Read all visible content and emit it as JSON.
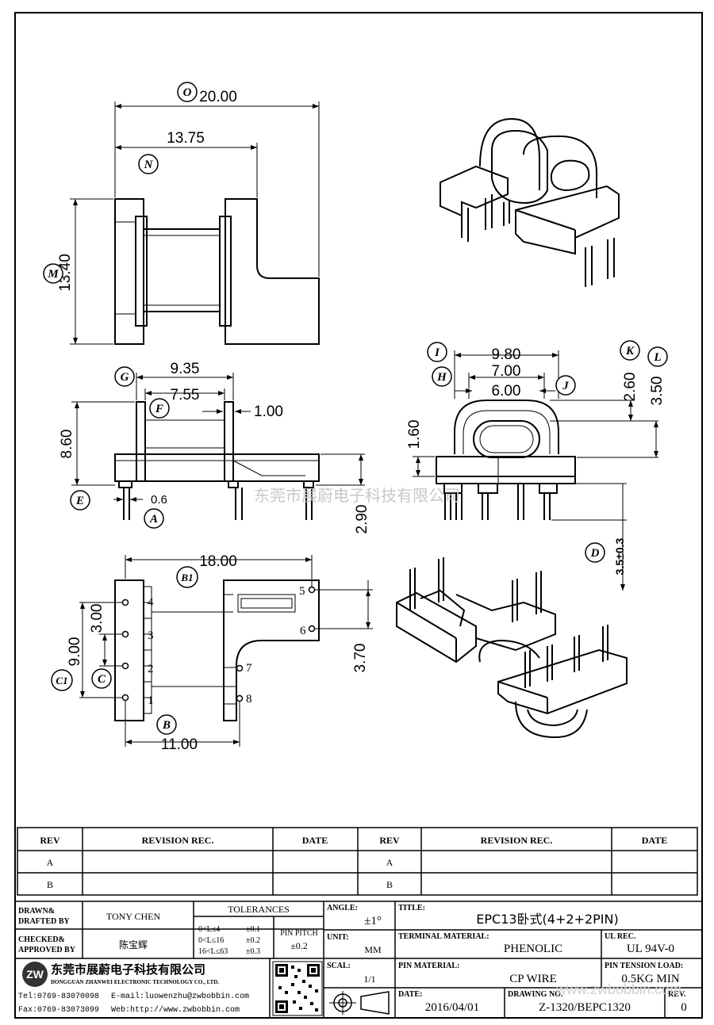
{
  "watermark": "东莞市展蔚电子科技有限公司",
  "watermark_url": "www.zwbobbin.com",
  "dimensions": {
    "d20": "20.00",
    "d1375": "13.75",
    "d1340": "13.40",
    "d935": "9.35",
    "d755": "7.55",
    "d100": "1.00",
    "d860": "8.60",
    "d06": "0.6",
    "d290": "2.90",
    "d980": "9.80",
    "d700": "7.00",
    "d600": "6.00",
    "d260": "2.60",
    "d350": "3.50",
    "d160": "1.60",
    "d35": "3.5±0.3",
    "d1800": "18.00",
    "d300": "3.00",
    "d900": "9.00",
    "d370": "3.70",
    "d1100": "11.00"
  },
  "callouts": {
    "O": "O",
    "N": "N",
    "M": "M",
    "G": "G",
    "F": "F",
    "E": "E",
    "A": "A",
    "I": "I",
    "H": "H",
    "J": "J",
    "K": "K",
    "L": "L",
    "D": "D",
    "B1": "B1",
    "C1": "C1",
    "C": "C",
    "B": "B"
  },
  "pins": [
    "1",
    "2",
    "3",
    "4",
    "5",
    "6",
    "7",
    "8"
  ],
  "revision_table": {
    "headers": [
      "REV",
      "REVISION REC.",
      "DATE",
      "REV",
      "REVISION REC.",
      "DATE"
    ],
    "rows": [
      [
        "A",
        "",
        "",
        "A",
        "",
        ""
      ],
      [
        "B",
        "",
        "",
        "B",
        "",
        ""
      ]
    ]
  },
  "title_block": {
    "drawn_label_1": "DRAWN&",
    "drawn_label_2": "DRAFTED BY",
    "drawn_by": "TONY CHEN",
    "checked_label_1": "CHECKED&",
    "checked_label_2": "APPROVED BY",
    "approved_by": "陈宝辉",
    "tolerances_label": "TOLERANCES",
    "tol_rows": [
      {
        "range": "0<L≤4",
        "tol": "±0.1"
      },
      {
        "range": "0<L≤16",
        "tol": "±0.2"
      },
      {
        "range": "16<L≤63",
        "tol": "±0.3"
      }
    ],
    "pin_pitch_label": "PIN PITCH",
    "pin_pitch_value": "±0.2",
    "angle_label": "ANGLE:",
    "angle_value": "±1°",
    "unit_label": "UNIT:",
    "unit_value": "MM",
    "scale_label": "SCAL:",
    "scale_value": "1/1",
    "title_label": "TITLE:",
    "title_value": "EPC13卧式(4+2+2PIN)",
    "terminal_label": "TERMINAL MATERIAL:",
    "terminal_value": "PHENOLIC",
    "ul_label": "UL REC.",
    "ul_value": "UL 94V-0",
    "pin_material_label": "PIN MATERIAL:",
    "pin_material_value": "CP WIRE",
    "tension_label": "PIN TENSION LOAD:",
    "tension_value": "0.5KG MIN",
    "date_label": "DATE:",
    "date_value": "2016/04/01",
    "drawing_label": "DRAWING NO.",
    "drawing_value": "Z-1320/BEPC1320",
    "rev_label": "REV.",
    "rev_value": "0",
    "company_cn": "东莞市展蔚电子科技有限公司",
    "company_en": "DONGGUAN ZHANWEI ELECTRONIC TECHNOLOGY CO., LTD.",
    "tel": "Tel:0769-83070098",
    "email": "E-mail:luowenzhu@zwbobbin.com",
    "fax": "Fax:0769-83073099",
    "web": "Web:http://www.zwbobbin.com",
    "logo_text": "ZW"
  }
}
